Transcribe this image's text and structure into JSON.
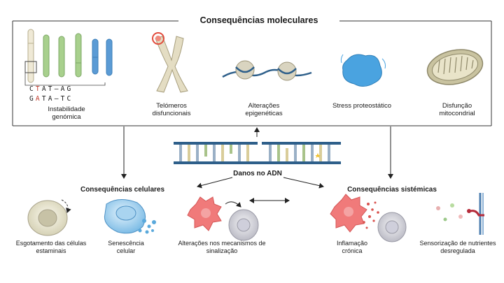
{
  "top": {
    "title": "Consequências moleculares",
    "items": [
      {
        "label": "Instabilidade genómica"
      },
      {
        "label": "Telómeros disfuncionais"
      },
      {
        "label": "Alterações epigenéticas"
      },
      {
        "label": "Stress proteostático"
      },
      {
        "label": "Disfunção mitocondrial"
      }
    ],
    "sequence": {
      "line1": [
        "C",
        "T",
        "A",
        "T",
        "–",
        "A",
        "G"
      ],
      "line2": [
        "G",
        "A",
        "T",
        "A",
        "–",
        "T",
        "C"
      ]
    }
  },
  "center": {
    "label": "Danos no ADN"
  },
  "cellular": {
    "title": "Consequências celulares",
    "items": [
      {
        "label": "Esgotamento das células estaminais"
      },
      {
        "label": "Senescência celular"
      },
      {
        "label": "Alterações nos mecanismos de sinalização"
      }
    ]
  },
  "systemic": {
    "title": "Consequências sistémicas",
    "items": [
      {
        "label": "Inflamação crónica"
      },
      {
        "label": "Sensorização de nutrientes desregulada"
      }
    ]
  },
  "colors": {
    "mutation": "#c0392b",
    "chromosome_green": "#a8d08d",
    "chromosome_blue": "#5b9bd5",
    "dna_blue": "#2e5f8a",
    "nucleosome": "#d9d4c0",
    "protein": "#4aa3e0",
    "mitochondria": "#c9c3a0"
  }
}
